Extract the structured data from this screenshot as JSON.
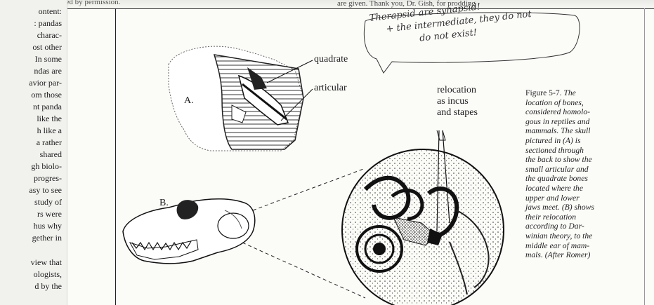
{
  "header": {
    "left": "ntinued. Reprinted by permission.",
    "right": "are given. Thank you, Dr. Gish, for prodding"
  },
  "left_column": {
    "lines_top": [
      "ontent:",
      ": pandas",
      "charac-",
      "ost other",
      "In some",
      "ndas are",
      "avior par-",
      "om those",
      "nt panda",
      "like the",
      "h like a",
      "a rather",
      "shared",
      "gh biolo-",
      "progres-",
      "asy to see",
      "study of",
      "rs were",
      "hus why",
      "gether in"
    ],
    "lines_bottom": [
      "view that",
      "ologists,",
      "d by the"
    ]
  },
  "figure": {
    "label_a": "A.",
    "label_b": "B.",
    "quadrate": "quadrate",
    "articular": "articular",
    "relocation_lines": [
      "relocation",
      "as incus",
      "and stapes"
    ],
    "caption_number": "Figure 5-7.",
    "caption_lines": [
      "The",
      "location of bones,",
      "considered homolo-",
      "gous in reptiles and",
      "mammals. The skull",
      "pictured in (A) is",
      "sectioned through",
      "the back to show the",
      "small articular and",
      "the quadrate bones",
      "located where the",
      "upper and lower",
      "jaws meet. (B) shows",
      "their relocation",
      "according to Dar-",
      "winian theory, to the",
      "middle ear of mam-",
      "mals. (After Romer)"
    ]
  },
  "handwritten_note": {
    "line1": "Therapsid are synapsid!",
    "line2": "+ the intermediate, they do not",
    "line3": "do not exist!"
  }
}
